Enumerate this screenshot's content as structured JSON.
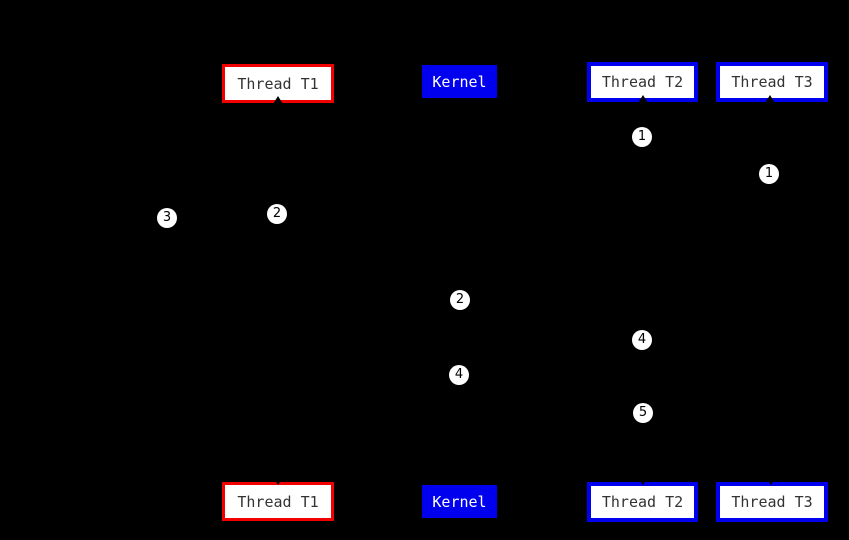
{
  "diagram": {
    "description": "Thread scheduling swim-lane diagram with kernel crossings",
    "background_color": "#000000",
    "colors": {
      "thread_t1_border": "#f20000",
      "thread_t2_t3_border": "#0000ee",
      "kernel_fill": "#0000ee",
      "box_fill": "#ffffff",
      "box_text": "#333333",
      "kernel_text": "#ffffff",
      "circle_fill": "#ffffff",
      "circle_text": "#000000"
    },
    "top_row": {
      "thread_t1": "Thread T1",
      "kernel": "Kernel",
      "thread_t2": "Thread T2",
      "thread_t3": "Thread T3"
    },
    "bottom_row": {
      "thread_t1": "Thread T1",
      "kernel": "Kernel",
      "thread_t2": "Thread T2",
      "thread_t3": "Thread T3"
    },
    "step_markers": {
      "t2_step_1": "1",
      "t3_step_1": "1",
      "t1_step_2": "2",
      "t1_step_3": "3",
      "kernel_step_2": "2",
      "t2_step_4": "4",
      "kernel_step_4": "4",
      "t2_step_5": "5"
    }
  }
}
